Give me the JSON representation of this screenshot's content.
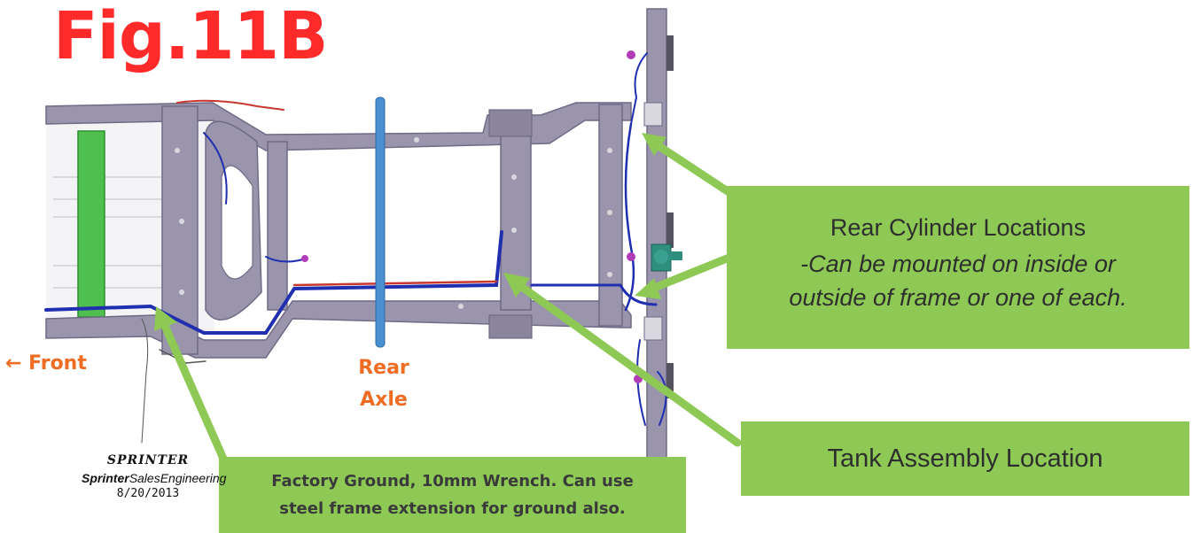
{
  "figure": {
    "title": "Fig.11B"
  },
  "labels": {
    "front": "← Front",
    "rear_axle_line1": "Rear",
    "rear_axle_line2": "Axle"
  },
  "callouts": {
    "rear_cylinder": {
      "heading": "Rear Cylinder Locations",
      "line1": "-Can be mounted on inside or",
      "line2": "outside of frame or one of each."
    },
    "tank_assembly": {
      "text": "Tank Assembly Location"
    },
    "factory_ground": {
      "line1": "Factory Ground, 10mm Wrench. Can use",
      "line2": "steel frame extension for ground also."
    }
  },
  "branding": {
    "logo": "SPRINTER",
    "line_bold": "Sprinter",
    "line_italic": "SalesEngineering",
    "date": "8/20/2013"
  },
  "colors": {
    "frame": "#9a95ad",
    "frame_edge": "#6f6a86",
    "harness": "#1f2fb0",
    "harness_red": "#c8382e",
    "connector": "#b23cb8",
    "axle": "#4a8fd0",
    "callout_bg": "#8dc954",
    "arrow": "#8dc954",
    "title": "#ff2a2a",
    "label": "#ef6c22"
  }
}
